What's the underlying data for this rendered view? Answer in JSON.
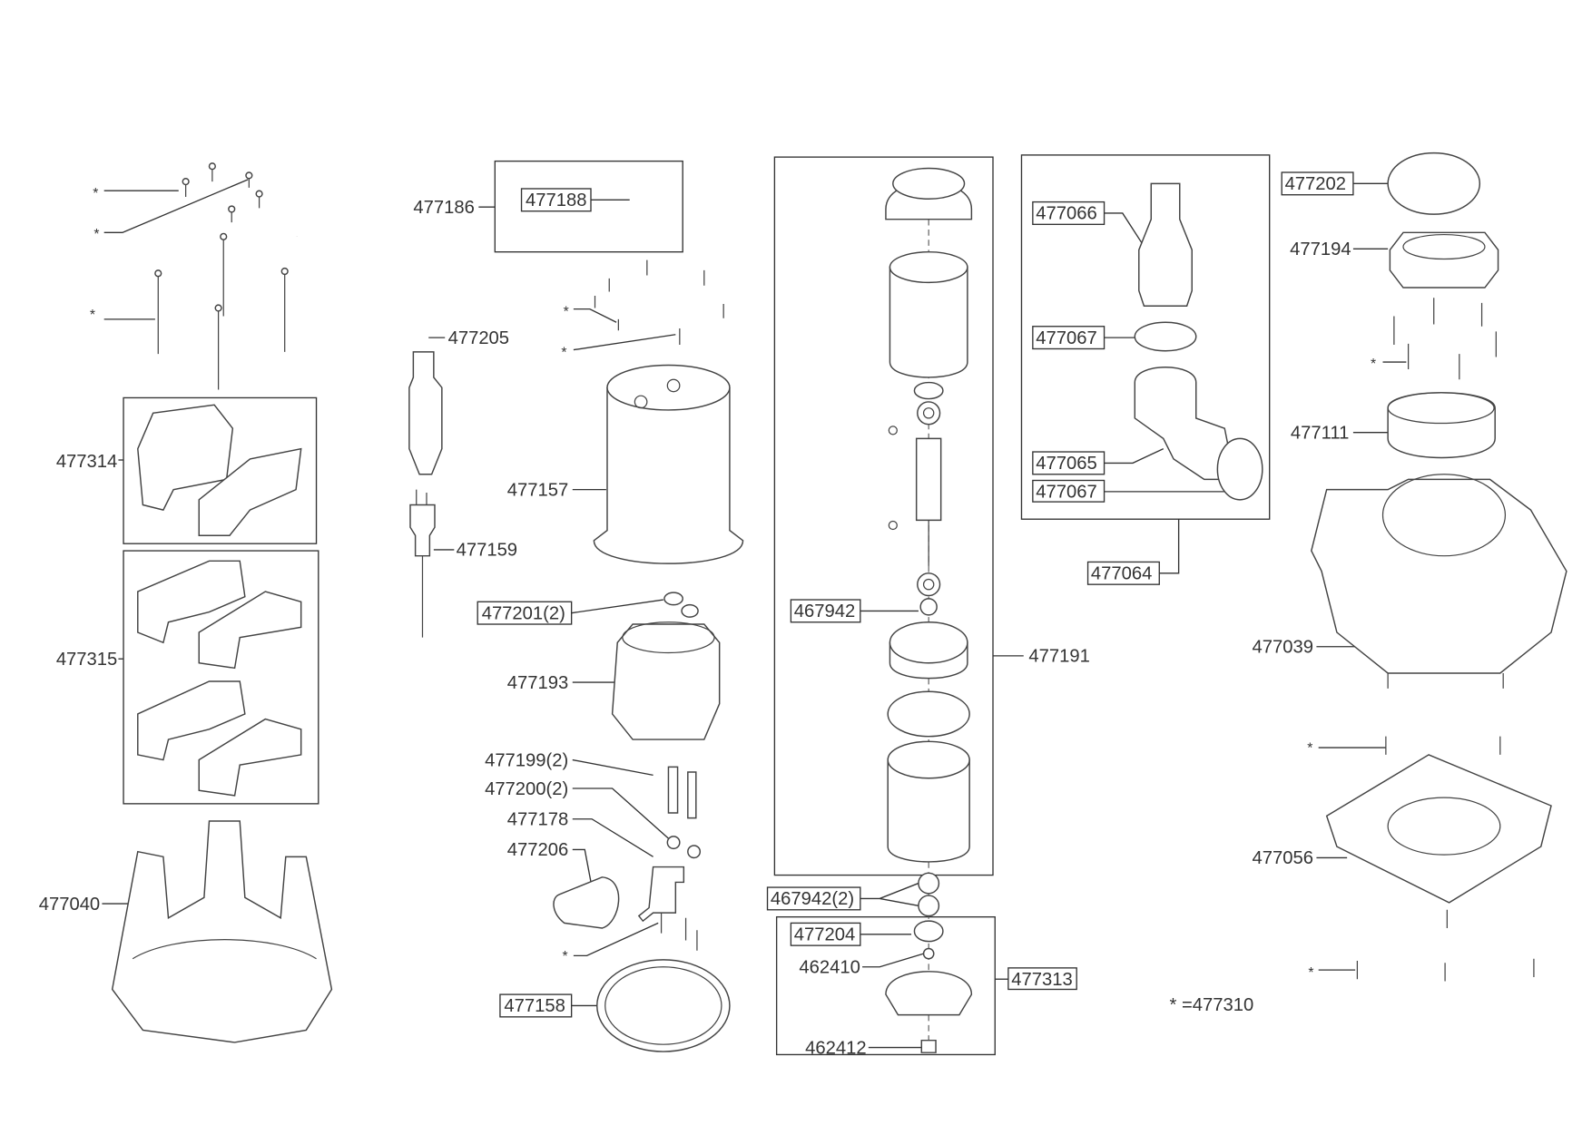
{
  "callouts": [
    "477186",
    "477188",
    "477205",
    "477314",
    "477315",
    "477040",
    "477157",
    "477159",
    "477201(2)",
    "477193",
    "477199(2)",
    "477200(2)",
    "477178",
    "477206",
    "477158",
    "467942",
    "477191",
    "467942(2)",
    "477204",
    "462410",
    "477313",
    "462412",
    "477066",
    "477067",
    "477065",
    "477067",
    "477064",
    "477202",
    "477194",
    "477111",
    "477039",
    "477056"
  ],
  "legend": {
    "asterisk": "*",
    "footnote": "* =477310"
  }
}
